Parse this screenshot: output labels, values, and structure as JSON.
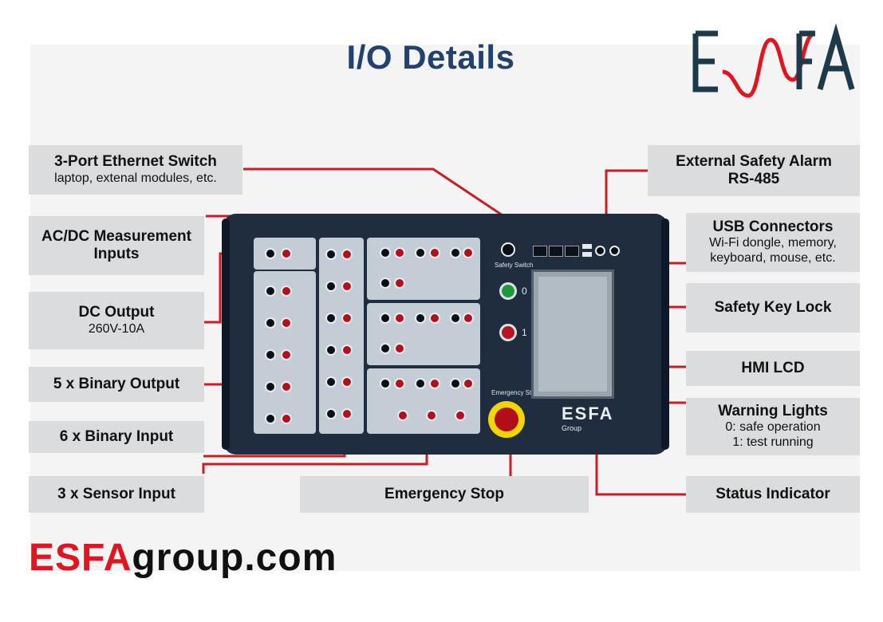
{
  "title": "I/O Details",
  "logo_text": "ESFA",
  "website": {
    "red": "ESFA",
    "black": "group.com"
  },
  "labels": {
    "ethernet": {
      "bold": "3-Port Ethernet Switch",
      "sub": "laptop, extenal modules, etc."
    },
    "acdc": {
      "bold": "AC/DC Measurement Inputs"
    },
    "dc_output": {
      "bold": "DC Output",
      "sub": "260V-10A"
    },
    "binary_output": {
      "bold": "5 x Binary Output"
    },
    "binary_input": {
      "bold": "6 x Binary Input"
    },
    "sensor_input": {
      "bold": "3 x Sensor Input"
    },
    "emergency_stop": {
      "bold": "Emergency Stop"
    },
    "safety_alarm": {
      "bold": "External Safety Alarm",
      "bold2": "RS-485"
    },
    "usb": {
      "bold": "USB Connectors",
      "sub1": "Wi-Fi dongle, memory,",
      "sub2": "keyboard, mouse, etc."
    },
    "safety_key": {
      "bold": "Safety Key Lock"
    },
    "hmi": {
      "bold": "HMI LCD"
    },
    "warning": {
      "bold": "Warning Lights",
      "sub1": "0: safe operation",
      "sub2": "1: test running"
    },
    "status": {
      "bold": "Status Indicator"
    }
  },
  "device": {
    "lamp_0": "0",
    "lamp_1": "1",
    "estop_caption": "Emergency Stop",
    "safety_switch_caption": "Safety Switch",
    "logo": "ESFA",
    "logo_sub": "Group"
  },
  "colors": {
    "title": "#22416e",
    "label_bg": "#dadcde",
    "leader": "#cc1b24",
    "device": "#1f2d3e"
  }
}
